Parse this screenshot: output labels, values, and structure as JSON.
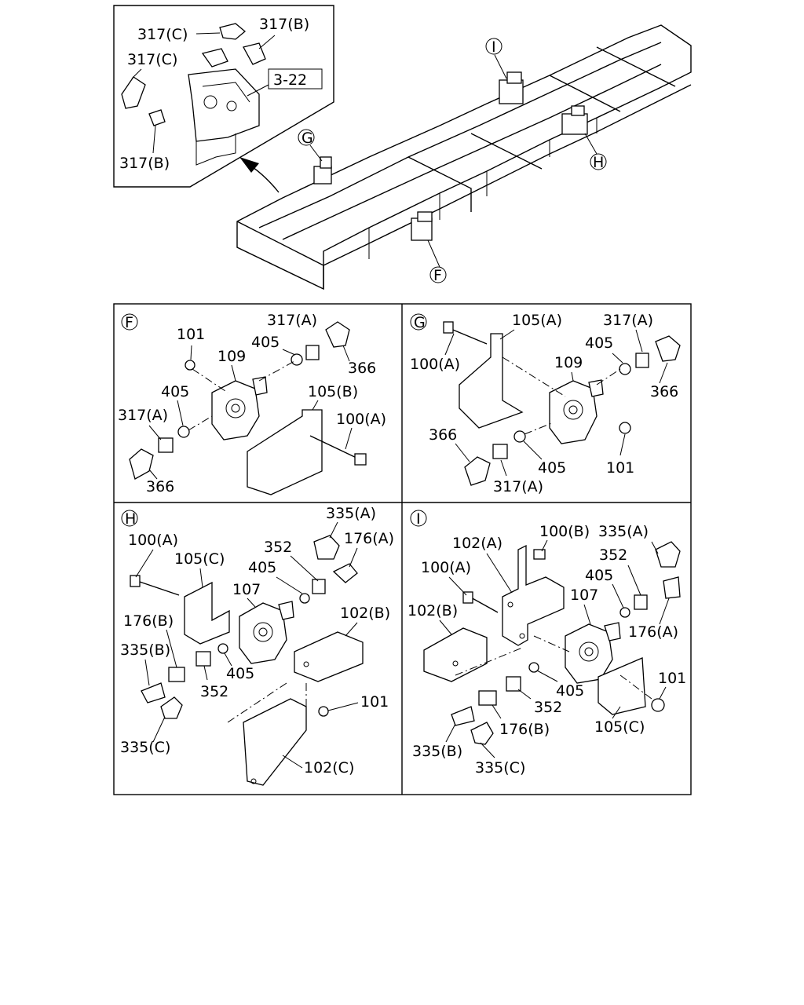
{
  "overview": {
    "inset_reference": "3-22",
    "markers": {
      "F": "F",
      "G": "G",
      "H": "H",
      "I": "I"
    },
    "inset_labels": [
      "317(C)",
      "317(B)",
      "317(C)",
      "317(B)"
    ]
  },
  "panels": {
    "F": {
      "marker": "F",
      "labels": [
        "317(A)",
        "101",
        "405",
        "109",
        "366",
        "405",
        "105(B)",
        "317(A)",
        "100(A)",
        "366"
      ]
    },
    "G": {
      "marker": "G",
      "labels": [
        "105(A)",
        "317(A)",
        "100(A)",
        "405",
        "109",
        "366",
        "366",
        "101",
        "405",
        "317(A)"
      ]
    },
    "H": {
      "marker": "H",
      "labels": [
        "335(A)",
        "100(A)",
        "176(A)",
        "352",
        "105(C)",
        "405",
        "107",
        "102(B)",
        "176(B)",
        "335(B)",
        "405",
        "352",
        "101",
        "335(C)",
        "102(C)"
      ]
    },
    "I": {
      "marker": "I",
      "labels": [
        "100(B)",
        "335(A)",
        "102(A)",
        "352",
        "100(A)",
        "405",
        "107",
        "102(B)",
        "176(A)",
        "101",
        "405",
        "352",
        "176(B)",
        "105(C)",
        "335(B)",
        "335(C)"
      ]
    }
  },
  "colors": {
    "line": "#000000",
    "background": "#ffffff"
  }
}
